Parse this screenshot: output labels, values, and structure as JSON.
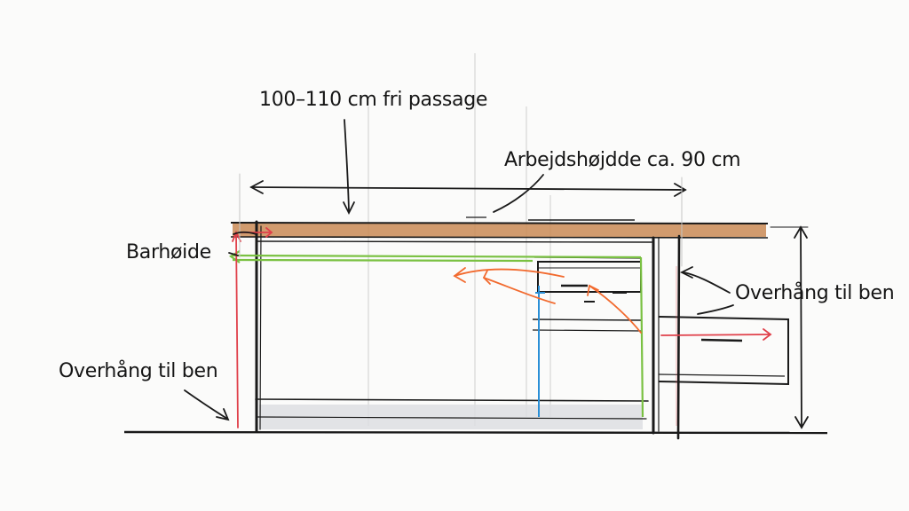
{
  "labels": {
    "passage": "100–110 cm fri passage",
    "work_height": "Arbejdshøjdde  ca. 90 cm",
    "bar_height": "Barhøide",
    "overhang_right": "Overhång til ben",
    "overhang_left": "Overhång til ben"
  },
  "colors": {
    "ink": "#1a1a1a",
    "countertop": "#c98a55",
    "bar_line": "#7ac142",
    "accent_red": "#e0404a",
    "accent_orange": "#f26a2e",
    "accent_blue": "#2a8fd6",
    "floor_shadow": "#d9dade",
    "background": "#fbfbfa"
  }
}
